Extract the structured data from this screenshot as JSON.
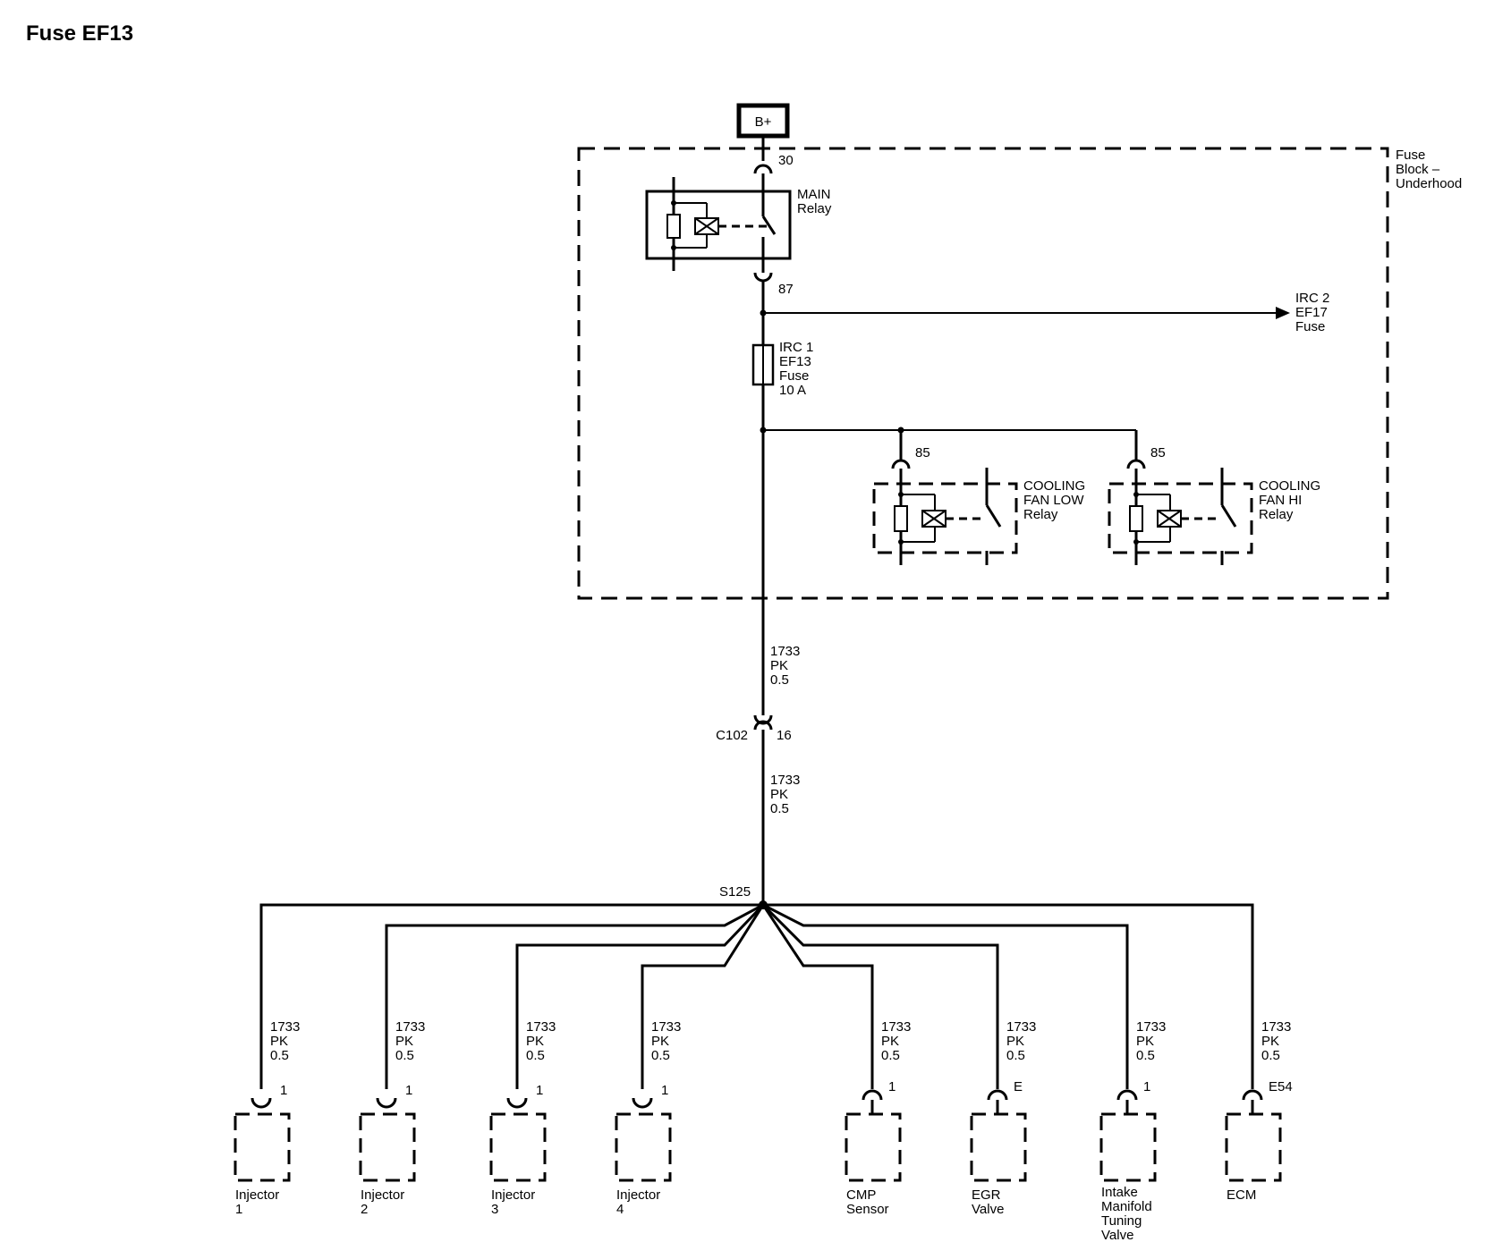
{
  "title": "Fuse EF13",
  "battery": "B+",
  "fuse_block": [
    "Fuse",
    "Block –",
    "Underhood"
  ],
  "main_relay": {
    "pin_in": "30",
    "pin_out": "87",
    "label": [
      "MAIN",
      "Relay"
    ]
  },
  "irc2": [
    "IRC 2",
    "EF17",
    "Fuse"
  ],
  "fuse": [
    "IRC 1",
    "EF13",
    "Fuse",
    "10 A"
  ],
  "fan_low": {
    "pin": "85",
    "label": [
      "COOLING",
      "FAN LOW",
      "Relay"
    ]
  },
  "fan_hi": {
    "pin": "85",
    "label": [
      "COOLING",
      "FAN HI",
      "Relay"
    ]
  },
  "wire_upper": [
    "1733",
    "PK",
    "0.5"
  ],
  "connector": {
    "name": "C102",
    "pin": "16"
  },
  "wire_lower": [
    "1733",
    "PK",
    "0.5"
  ],
  "splice": "S125",
  "loads": [
    {
      "wire": [
        "1733",
        "PK",
        "0.5"
      ],
      "pin": "1",
      "label": [
        "Injector",
        "1"
      ]
    },
    {
      "wire": [
        "1733",
        "PK",
        "0.5"
      ],
      "pin": "1",
      "label": [
        "Injector",
        "2"
      ]
    },
    {
      "wire": [
        "1733",
        "PK",
        "0.5"
      ],
      "pin": "1",
      "label": [
        "Injector",
        "3"
      ]
    },
    {
      "wire": [
        "1733",
        "PK",
        "0.5"
      ],
      "pin": "1",
      "label": [
        "Injector",
        "4"
      ]
    },
    {
      "wire": [
        "1733",
        "PK",
        "0.5"
      ],
      "pin": "1",
      "label": [
        "CMP",
        "Sensor"
      ]
    },
    {
      "wire": [
        "1733",
        "PK",
        "0.5"
      ],
      "pin": "E",
      "label": [
        "EGR",
        "Valve"
      ]
    },
    {
      "wire": [
        "1733",
        "PK",
        "0.5"
      ],
      "pin": "1",
      "label": [
        "Intake",
        "Manifold",
        "Tuning",
        "Valve"
      ]
    },
    {
      "wire": [
        "1733",
        "PK",
        "0.5"
      ],
      "pin": "E54",
      "label": [
        "ECM"
      ]
    }
  ]
}
